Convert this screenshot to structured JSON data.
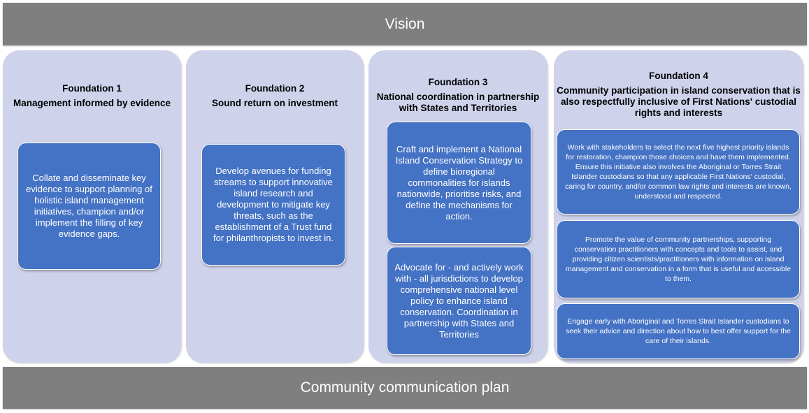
{
  "vision": "Vision",
  "plan": "Community communication plan",
  "foundations": [
    {
      "title": "Foundation 1",
      "subtitle": "Management informed by evidence",
      "boxes": [
        "Collate and disseminate key evidence to support planning of holistic island management initiatives, champion and/or implement the filling of key evidence gaps."
      ]
    },
    {
      "title": "Foundation 2",
      "subtitle": "Sound return on investment",
      "boxes": [
        "Develop avenues for funding streams to support innovative island research and development to mitigate key threats, such as the establishment of a Trust fund for philanthropists to invest in."
      ]
    },
    {
      "title": "Foundation 3",
      "subtitle": "National coordination in partnership with States and Territories",
      "boxes": [
        "Craft and implement a National Island Conservation Strategy to define bioregional commonalities for islands nationwide, prioritise risks, and define the mechanisms for action.",
        "Advocate for - and actively work with - all jurisdictions to develop comprehensive national level policy to enhance island conservation. Coordination in partnership with States and Territories"
      ]
    },
    {
      "title": "Foundation 4",
      "subtitle": "Community participation in island conservation that is also respectfully inclusive of First Nations' custodial rights and interests",
      "boxes": [
        "Work with stakeholders to select the next five highest priority islands for restoration, champion those choices and have them implemented. Ensure this initiative also involves the Aboriginal or Torres Strait Islander custodians so that any applicable First Nations' custodial, caring for country, and/or common law rights and interests are known, understood and respected.",
        "Promote the value of community partnerships, supporting conservation practitioners with concepts and tools to assist, and providing citizen scientists/practitioners with information on island management and conservation in a form that is useful and accessible to them.",
        "Engage early with Aboriginal and Torres Strait Islander custodians to seek their advice and direction about how to best offer support for the care of their islands."
      ]
    }
  ],
  "colors": {
    "bar": "#7f7f7f",
    "column": "#ced2ea",
    "box": "#4472c4"
  }
}
